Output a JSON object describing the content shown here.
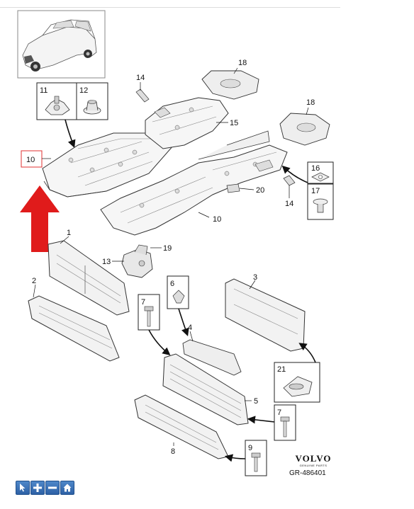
{
  "callouts": {
    "c1": "1",
    "c2": "2",
    "c3": "3",
    "c4": "4",
    "c5": "5",
    "c6": "6",
    "c7a": "7",
    "c7b": "7",
    "c8": "8",
    "c9": "9",
    "c10": "10",
    "c10b": "10",
    "c11": "11",
    "c12": "12",
    "c13": "13",
    "c14a": "14",
    "c14b": "14",
    "c15": "15",
    "c16": "16",
    "c17": "17",
    "c18a": "18",
    "c18b": "18",
    "c19": "19",
    "c20": "20",
    "c21": "21"
  },
  "brand": {
    "name": "VOLVO",
    "sub": "GENUINE PARTS"
  },
  "reference": "GR-486401",
  "colors": {
    "highlight_arrow": "#e01b1b",
    "highlight_box": "#e03030",
    "toolbar": "#2d61a5"
  },
  "toolbar": {
    "buttons": [
      {
        "icon": "pointer-icon"
      },
      {
        "icon": "zoom-in-icon"
      },
      {
        "icon": "zoom-out-icon"
      },
      {
        "icon": "home-icon"
      }
    ]
  }
}
